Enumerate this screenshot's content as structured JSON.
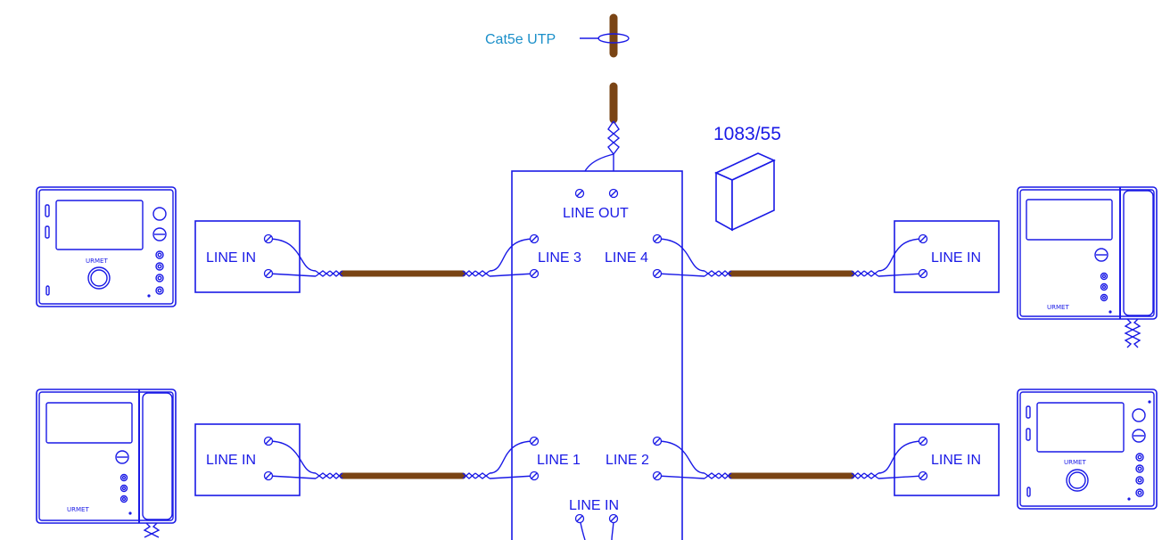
{
  "cable_label": "Cat5e UTP",
  "distributor": {
    "model": "1083/55",
    "line_out": "LINE OUT",
    "line_in": "LINE IN",
    "line1": "LINE 1",
    "line2": "LINE 2",
    "line3": "LINE 3",
    "line4": "LINE 4"
  },
  "branch_boxes": [
    {
      "label": "LINE IN"
    },
    {
      "label": "LINE IN"
    },
    {
      "label": "LINE IN"
    },
    {
      "label": "LINE IN"
    }
  ],
  "monitors": [
    {
      "brand": "URMET"
    },
    {
      "brand": "URMET"
    },
    {
      "brand": "URMET"
    },
    {
      "brand": "URMET"
    }
  ],
  "colors": {
    "wire": "#1a1ae6",
    "cable": "#7a4414",
    "cable_label": "#1a8fc9"
  }
}
